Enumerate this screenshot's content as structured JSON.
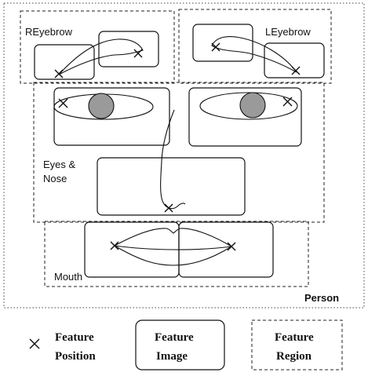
{
  "labels": {
    "reyebrow": "REyebrow",
    "leyebrow": "LEyebrow",
    "eyes_nose_line1": "Eyes &",
    "eyes_nose_line2": "Nose",
    "mouth": "Mouth",
    "person": "Person"
  },
  "legend": {
    "feature_position_line1": "Feature",
    "feature_position_line2": "Position",
    "feature_image_line1": "Feature",
    "feature_image_line2": "Image",
    "feature_region_line1": "Feature",
    "feature_region_line2": "Region"
  },
  "colors": {
    "eyebrow_fill": "#bdbdbd",
    "iris_fill": "#9a9a9a",
    "line": "#111111"
  }
}
